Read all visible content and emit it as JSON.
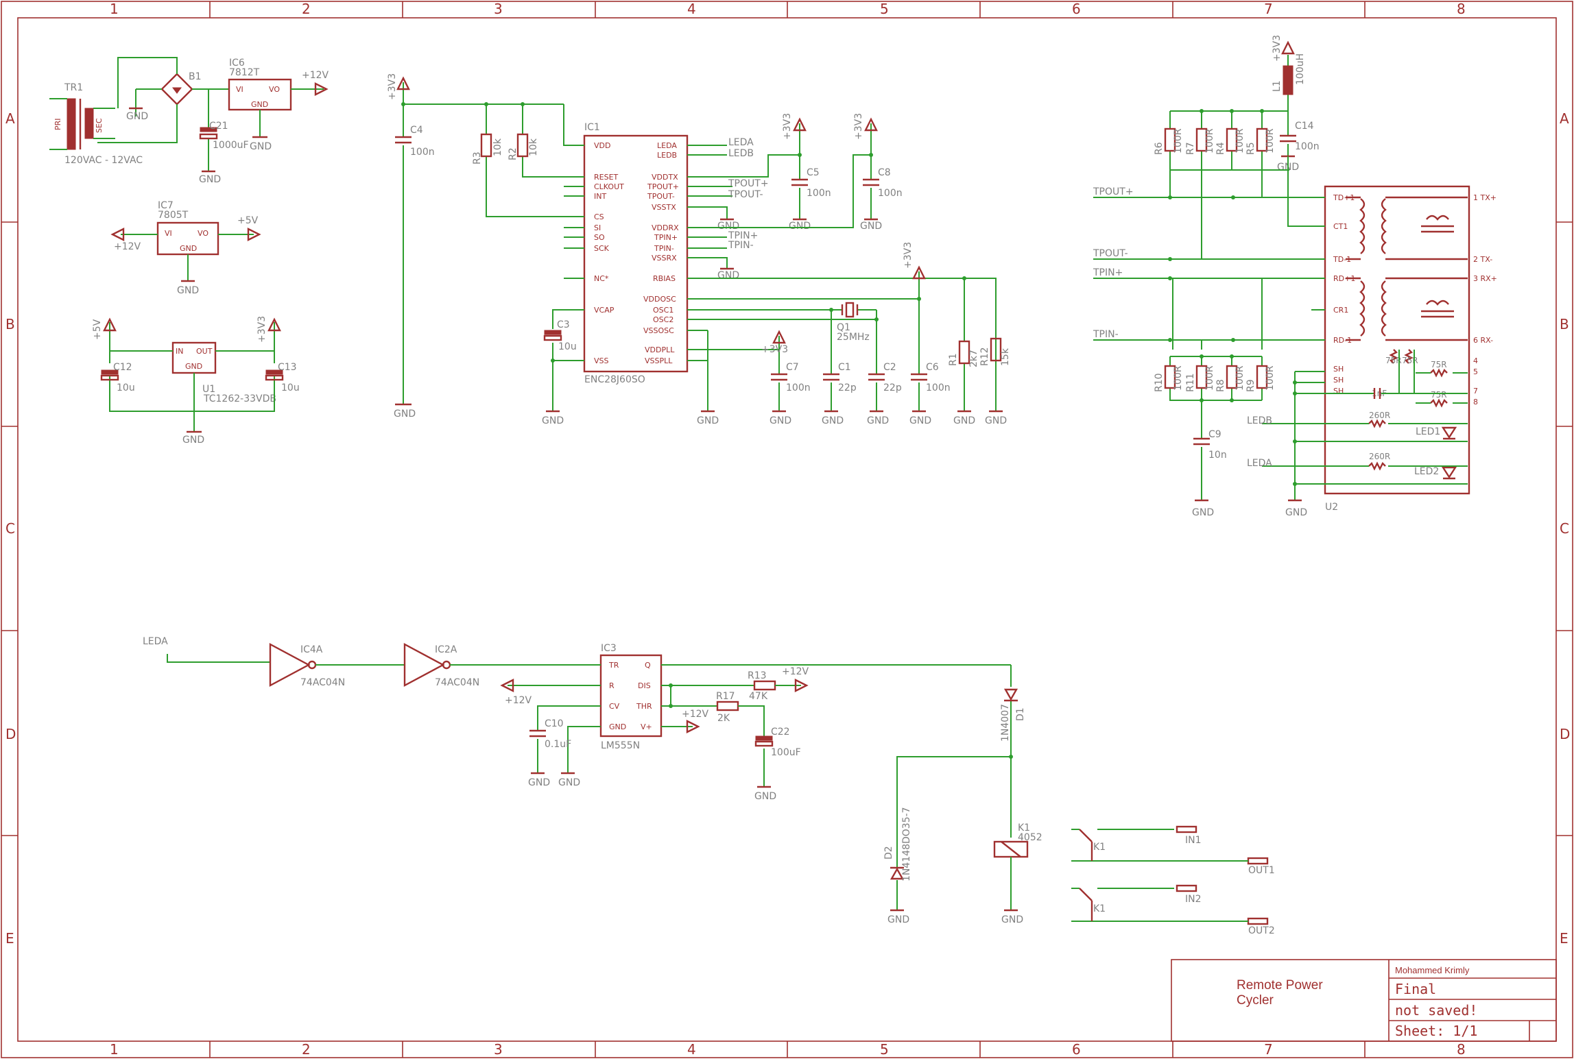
{
  "frame": {
    "columns": [
      "1",
      "2",
      "3",
      "4",
      "5",
      "6",
      "7",
      "8"
    ],
    "rows": [
      "A",
      "B",
      "C",
      "D",
      "E"
    ]
  },
  "title_block": {
    "title_line1": "Remote Power",
    "title_line2": "Cycler",
    "author": "Mohammed Krimly",
    "status": "Final",
    "saved": "not saved!",
    "sheet": "Sheet: 1/1"
  },
  "components": {
    "tr1": {
      "ref": "TR1",
      "value": "120VAC - 12VAC",
      "pri": "PRI",
      "sec": "SEC"
    },
    "b1": {
      "ref": "B1"
    },
    "ic6": {
      "ref": "IC6",
      "value": "7812T",
      "vi": "VI",
      "vo": "VO",
      "gnd": "GND"
    },
    "c21": {
      "ref": "C21",
      "value": "1000uF"
    },
    "ic7": {
      "ref": "IC7",
      "value": "7805T",
      "vi": "VI",
      "vo": "VO",
      "gnd": "GND"
    },
    "u1": {
      "ref": "U1",
      "value": "TC1262-33VDB",
      "in": "IN",
      "out": "OUT",
      "gnd": "GND"
    },
    "c12": {
      "ref": "C12",
      "value": "10u"
    },
    "c13": {
      "ref": "C13",
      "value": "10u"
    },
    "c4": {
      "ref": "C4",
      "value": "100n"
    },
    "r3": {
      "ref": "R3",
      "value": "10k"
    },
    "r2": {
      "ref": "R2",
      "value": "10k"
    },
    "ic1": {
      "ref": "IC1",
      "value": "ENC28J60SO",
      "left_pins": [
        "VDD",
        "RESET",
        "CLKOUT",
        "INT",
        "CS",
        "SI",
        "SO",
        "SCK",
        "NC*",
        "VCAP",
        "VSS"
      ],
      "right_pins": [
        "LEDA",
        "LEDB",
        "VDDTX",
        "TPOUT+",
        "TPOUT-",
        "VSSTX",
        "VDDRX",
        "TPIN+",
        "TPIN-",
        "VSSRX",
        "RBIAS",
        "VDDOSC",
        "OSC1",
        "OSC2",
        "VSSOSC",
        "VDDPLL",
        "VSSPLL"
      ]
    },
    "c3": {
      "ref": "C3",
      "value": "10u"
    },
    "c5": {
      "ref": "C5",
      "value": "100n"
    },
    "c8": {
      "ref": "C8",
      "value": "100n"
    },
    "q1": {
      "ref": "Q1",
      "value": "25MHz"
    },
    "c7": {
      "ref": "C7",
      "value": "100n"
    },
    "c1": {
      "ref": "C1",
      "value": "22p"
    },
    "c2": {
      "ref": "C2",
      "value": "22p"
    },
    "c6": {
      "ref": "C6",
      "value": "100n"
    },
    "r1": {
      "ref": "R1",
      "value": "2k7"
    },
    "r12": {
      "ref": "R12",
      "value": "15k"
    },
    "l1": {
      "ref": "L1",
      "value": "100uH"
    },
    "c14": {
      "ref": "C14",
      "value": "100n"
    },
    "r6": {
      "ref": "R6",
      "value": "100R"
    },
    "r7": {
      "ref": "R7",
      "value": "100R"
    },
    "r4": {
      "ref": "R4",
      "value": "100R"
    },
    "r5": {
      "ref": "R5",
      "value": "100R"
    },
    "r10": {
      "ref": "R10",
      "value": "100R"
    },
    "r11": {
      "ref": "R11",
      "value": "100R"
    },
    "r8": {
      "ref": "R8",
      "value": "100R"
    },
    "r9": {
      "ref": "R9",
      "value": "100R"
    },
    "c9": {
      "ref": "C9",
      "value": "10n"
    },
    "u2": {
      "ref": "U2",
      "left_pins": [
        "TD+1",
        "CT1",
        "TD-1",
        "RD+1",
        "CR1",
        "RD-1",
        "SH",
        "SH",
        "SH"
      ],
      "right_pins": [
        "1 TX+",
        "2 TX-",
        "3 RX+",
        "6 RX-",
        "4",
        "5",
        "7",
        "8"
      ],
      "led1": "LED1",
      "led2": "LED2",
      "r_internal": "75R",
      "c_internal": "1nF",
      "r_led": "260R"
    },
    "ic4a": {
      "ref": "IC4A",
      "value": "74AC04N"
    },
    "ic2a": {
      "ref": "IC2A",
      "value": "74AC04N"
    },
    "ic3": {
      "ref": "IC3",
      "value": "LM555N",
      "pins": [
        "TR",
        "R",
        "CV",
        "GND",
        "Q",
        "DIS",
        "THR",
        "V+"
      ]
    },
    "c10": {
      "ref": "C10",
      "value": "0.1uF"
    },
    "r13": {
      "ref": "R13",
      "value": "47K"
    },
    "r17": {
      "ref": "R17",
      "value": "2K"
    },
    "c22": {
      "ref": "C22",
      "value": "100uF"
    },
    "d1": {
      "ref": "D1",
      "value": "1N4007"
    },
    "d2": {
      "ref": "D2",
      "value": "1N4148DO35-7"
    },
    "k1": {
      "ref": "K1",
      "value": "4052"
    },
    "k1a": {
      "ref": "K1"
    },
    "k1b": {
      "ref": "K1"
    },
    "in1": {
      "ref": "IN1"
    },
    "out1": {
      "ref": "OUT1"
    },
    "in2": {
      "ref": "IN2"
    },
    "out2": {
      "ref": "OUT2"
    }
  },
  "nets": {
    "gnd": "GND",
    "v12": "+12V",
    "v5": "+5V",
    "v3v3": "+3V3",
    "leda": "LEDA",
    "ledb": "LEDB",
    "tpout_p": "TPOUT+",
    "tpout_m": "TPOUT-",
    "tpin_p": "TPIN+",
    "tpin_m": "TPIN-"
  }
}
